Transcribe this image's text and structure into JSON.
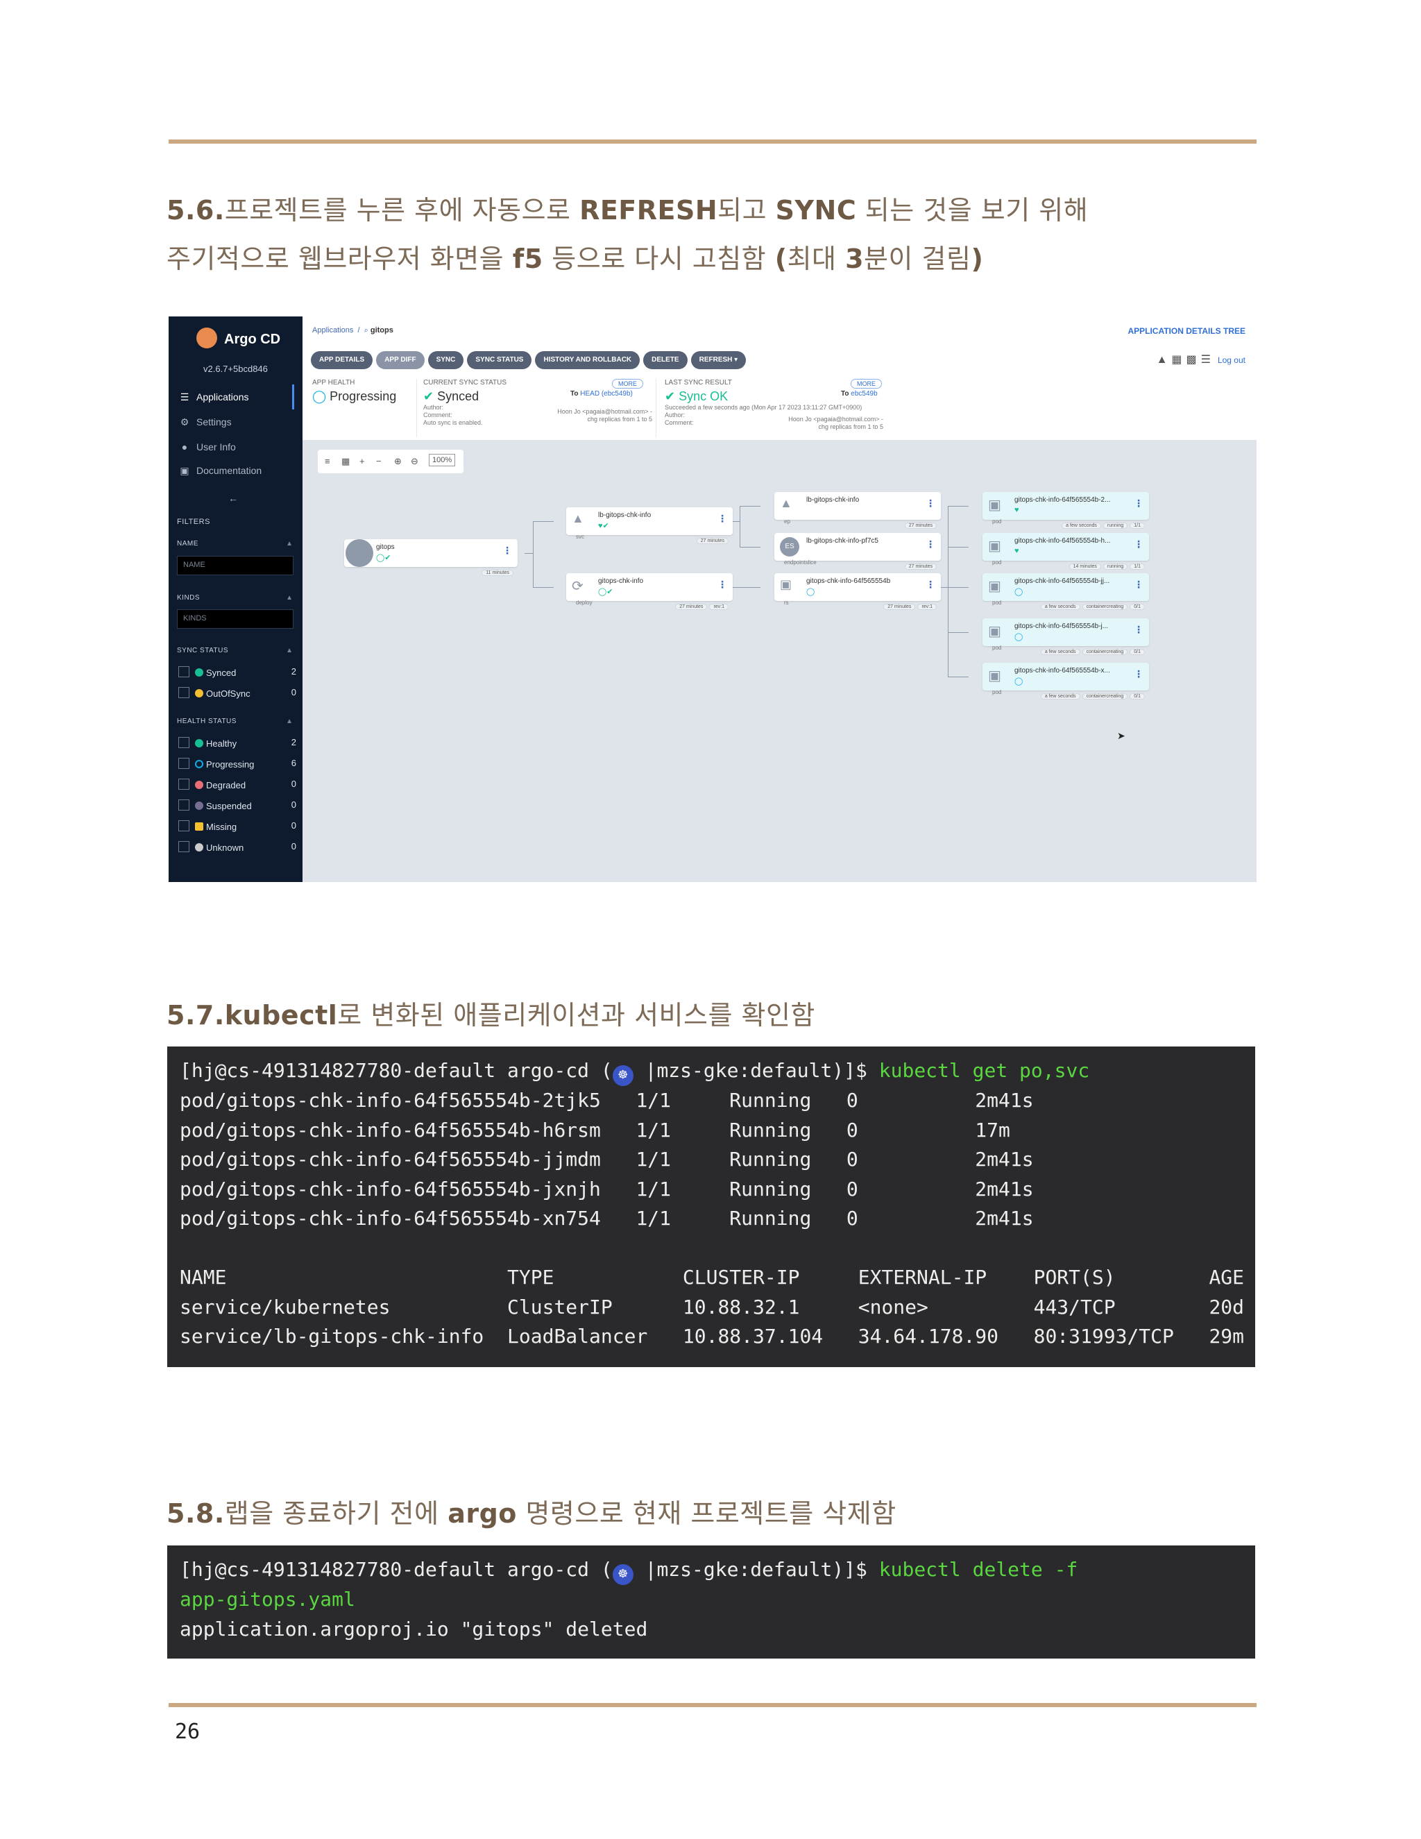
{
  "colors": {
    "accent_rule": "#c9a882",
    "heading": "#7d6a57",
    "terminal_bg": "#2a2a2c",
    "command_green": "#5ad640"
  },
  "section_56": {
    "num": "5.6.",
    "line1_a": "프로젝트를 누른 후에 자동으로 ",
    "line1_b": "REFRESH",
    "line1_c": "되고 ",
    "line1_d": "SYNC",
    "line1_e": " 되는 것을 보기 위해",
    "line2_a": "주기적으로 웹브라우저 화면을 ",
    "line2_b": "f5",
    "line2_c": " 등으로 다시 고침함  ",
    "line2_d": "(",
    "line2_e": "최대 ",
    "line2_f": "3",
    "line2_g": "분이 걸림",
    "line2_h": ")"
  },
  "argo": {
    "brand": "Argo CD",
    "version": "v2.6.7+5bcd846",
    "nav": [
      {
        "icon": "layers-icon",
        "label": "Applications"
      },
      {
        "icon": "gear-icon",
        "label": "Settings"
      },
      {
        "icon": "user-icon",
        "label": "User Info"
      },
      {
        "icon": "book-icon",
        "label": "Documentation"
      }
    ],
    "filters_label": "FILTERS",
    "name_label": "NAME",
    "name_placeholder": "NAME",
    "kinds_label": "KINDS",
    "kinds_placeholder": "KINDS",
    "sync_status_label": "SYNC STATUS",
    "sync_filters": [
      {
        "label": "Synced",
        "count": "2",
        "color": "#18be94"
      },
      {
        "label": "OutOfSync",
        "count": "0",
        "color": "#f4c030"
      }
    ],
    "health_status_label": "HEALTH STATUS",
    "health_filters": [
      {
        "label": "Healthy",
        "count": "2",
        "color": "#18be94"
      },
      {
        "label": "Progressing",
        "count": "6",
        "color": "#0dadea"
      },
      {
        "label": "Degraded",
        "count": "0",
        "color": "#e96d76"
      },
      {
        "label": "Suspended",
        "count": "0",
        "color": "#766f94"
      },
      {
        "label": "Missing",
        "count": "0",
        "color": "#f4c030"
      },
      {
        "label": "Unknown",
        "count": "0",
        "color": "#cccccc"
      }
    ],
    "breadcrumb_root": "Applications",
    "breadcrumb_app": "gitops",
    "details_tree": "APPLICATION DETAILS TREE",
    "toolbar": [
      "APP DETAILS",
      "APP DIFF",
      "SYNC",
      "SYNC STATUS",
      "HISTORY AND ROLLBACK",
      "DELETE",
      "REFRESH ▾"
    ],
    "logout": "Log out",
    "health_panel": {
      "header": "APP HEALTH",
      "value": "Progressing"
    },
    "sync_panel": {
      "header": "CURRENT SYNC STATUS",
      "value": "Synced",
      "more": "MORE",
      "to": "To ",
      "to_rev": "HEAD (ebc549b)",
      "author_label": "Author:",
      "author": "Hoon Jo <pagaia@hotmail.com> -",
      "comment_label": "Comment:",
      "comment": "chg replicas from 1 to 5",
      "auto": "Auto sync is enabled."
    },
    "result_panel": {
      "header": "LAST SYNC RESULT",
      "value": "Sync OK",
      "more": "MORE",
      "to": "To ",
      "to_rev": "ebc549b",
      "succeeded": "Succeeded a few seconds ago (Mon Apr 17 2023 13:11:27 GMT+0900)",
      "author_label": "Author:",
      "author": "Hoon Jo <pagaia@hotmail.com> -",
      "comment_label": "Comment:",
      "comment": "chg replicas from 1 to 5"
    },
    "zoom": "100%",
    "nodes": {
      "app": {
        "name": "gitops",
        "age": "11 minutes"
      },
      "svc": {
        "name": "lb-gitops-chk-info",
        "kind": "svc",
        "age": "27 minutes"
      },
      "deploy": {
        "name": "gitops-chk-info",
        "kind": "deploy",
        "age": "27 minutes",
        "rev": "rev:1"
      },
      "ep": {
        "name": "lb-gitops-chk-info",
        "kind": "ep",
        "age": "27 minutes"
      },
      "eps": {
        "name": "lb-gitops-chk-info-pf7c5",
        "kind": "endpointslice",
        "age": "27 minutes"
      },
      "rs": {
        "name": "gitops-chk-info-64f565554b",
        "kind": "rs",
        "age": "27 minutes",
        "rev": "rev:1"
      },
      "pods": [
        {
          "name": "gitops-chk-info-64f565554b-2...",
          "kind": "pod",
          "age": "a few seconds",
          "status": "running",
          "ready": "1/1"
        },
        {
          "name": "gitops-chk-info-64f565554b-h...",
          "kind": "pod",
          "age": "14 minutes",
          "status": "running",
          "ready": "1/1"
        },
        {
          "name": "gitops-chk-info-64f565554b-jj...",
          "kind": "pod",
          "age": "a few seconds",
          "status": "containercreating",
          "ready": "0/1"
        },
        {
          "name": "gitops-chk-info-64f565554b-j...",
          "kind": "pod",
          "age": "a few seconds",
          "status": "containercreating",
          "ready": "0/1"
        },
        {
          "name": "gitops-chk-info-64f565554b-x...",
          "kind": "pod",
          "age": "a few seconds",
          "status": "containercreating",
          "ready": "0/1"
        }
      ]
    }
  },
  "section_57": {
    "num": "5.7.",
    "bold": "kubectl",
    "rest": "로 변화된 애플리케이션과 서비스를 확인함"
  },
  "term1": {
    "prompt_a": "[hj@cs-491314827780-default argo-cd (",
    "prompt_b": " |mzs-gke:default)]$ ",
    "command": "kubectl get po,svc",
    "pods": [
      "pod/gitops-chk-info-64f565554b-2tjk5   1/1     Running   0          2m41s",
      "pod/gitops-chk-info-64f565554b-h6rsm   1/1     Running   0          17m",
      "pod/gitops-chk-info-64f565554b-jjmdm   1/1     Running   0          2m41s",
      "pod/gitops-chk-info-64f565554b-jxnjh   1/1     Running   0          2m41s",
      "pod/gitops-chk-info-64f565554b-xn754   1/1     Running   0          2m41s"
    ],
    "svc": [
      "NAME                        TYPE           CLUSTER-IP     EXTERNAL-IP    PORT(S)        AGE",
      "service/kubernetes          ClusterIP      10.88.32.1     <none>         443/TCP        20d",
      "service/lb-gitops-chk-info  LoadBalancer   10.88.37.104   34.64.178.90   80:31993/TCP   29m"
    ]
  },
  "section_58": {
    "num": "5.8.",
    "a": "랩을 종료하기 전에 ",
    "bold": "argo",
    "b": " 명령으로 현재 프로젝트를 삭제함"
  },
  "term2": {
    "prompt_a": "[hj@cs-491314827780-default argo-cd (",
    "prompt_b": " |mzs-gke:default)]$ ",
    "command_1": "kubectl delete -f",
    "command_2": "app-gitops.yaml",
    "output": "application.argoproj.io \"gitops\" deleted"
  },
  "page_number": "26"
}
